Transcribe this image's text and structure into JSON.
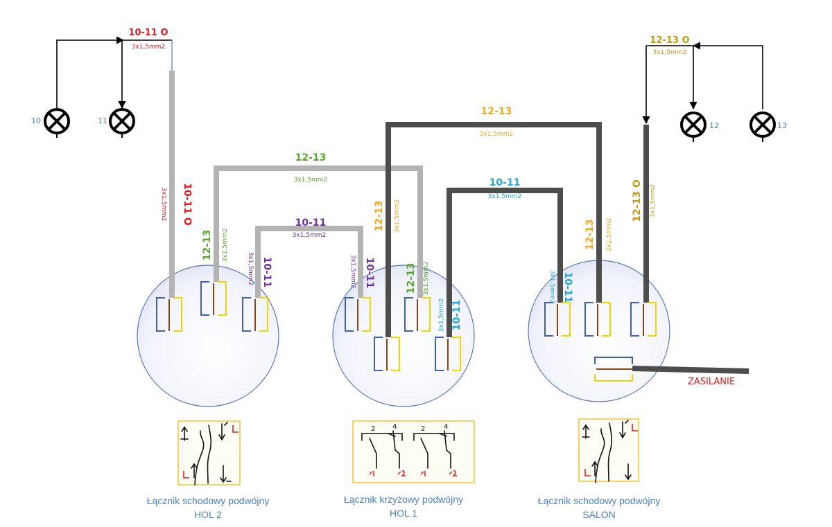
{
  "colors": {
    "red": "#e31b1b",
    "green": "#5aa832",
    "purple": "#7030a0",
    "orange": "#f0a81e",
    "cyan": "#1fa7d8",
    "gold": "#c49a12",
    "light_cable": "#b3b3b3",
    "dark_cable": "#4d4d4d",
    "caption": "#4a7fc1"
  },
  "lamps": {
    "l10": "10",
    "l11": "11",
    "l12": "12",
    "l13": "13"
  },
  "circuits": {
    "c1011o_top": "10-11 O",
    "c1011o_top_wire": "3x1,5mm2",
    "c1213o_top": "12-13 O",
    "c1213o_top_wire": "3x1,5mm2",
    "c1011o_vert": "10-11 O",
    "c1011o_vert_wire": "3x1,5mm2",
    "c1213o_vert": "12-13 O",
    "c1213o_vert_wire": "3x1,5mm2"
  },
  "cables": {
    "green_top": "12-13",
    "green_top_wire": "3x1,5mm2",
    "purple_top": "10-11",
    "purple_top_wire": "3x1,5mm2",
    "orange_top": "12-13",
    "orange_top_wire": "3x1,5mm2",
    "cyan_top": "10-11",
    "cyan_top_wire": "3x1,5mm2",
    "green_v1": "12-13",
    "green_v1_wire": "3x1,5mm2",
    "purple_v1": "10-11",
    "purple_v1_wire": "3x1,5mm2",
    "purple_v2": "10-11",
    "purple_v2_wire": "3x1,5mm2",
    "green_v2": "12-13",
    "green_v2_wire": "3x1,5mm2",
    "orange_v1": "12-13",
    "orange_v1_wire": "3x1,5mm2",
    "cyan_v1": "10-11",
    "cyan_v1_wire": "3x1,5mm2",
    "cyan_v2": "10-11",
    "cyan_v2_wire": "3x1,5mm2",
    "orange_v2": "12-13",
    "orange_v2_wire": "3x1,5mm2"
  },
  "power_label": "ZASILANIE",
  "boxes": [
    {
      "caption_line1": "Łącznik schodowy podwójny",
      "caption_line2": "HOL 2"
    },
    {
      "caption_line1": "Łącznik krzyżowy podwójny",
      "caption_line2": "HOL 1"
    },
    {
      "caption_line1": "Łącznik schodowy podwójny",
      "caption_line2": "SALON"
    }
  ],
  "sketch_labels": {
    "cross_a": "2",
    "cross_b": "4",
    "cross_c": "2",
    "cross_d": "4"
  }
}
